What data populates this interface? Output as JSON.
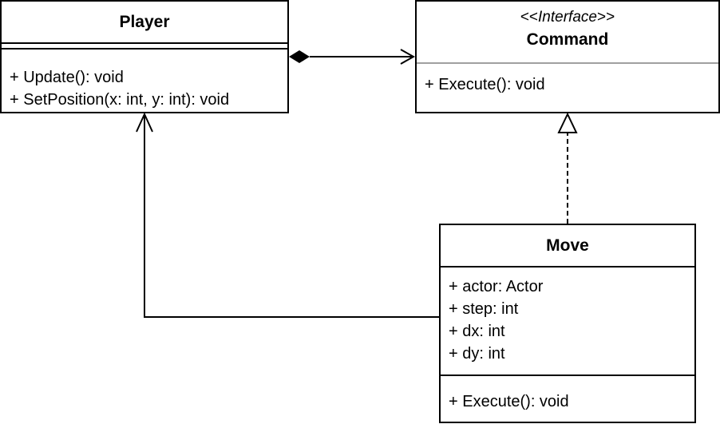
{
  "classes": {
    "player": {
      "name": "Player",
      "attributes": [],
      "operations": [
        "+ Update(): void",
        "+ SetPosition(x: int, y: int): void"
      ]
    },
    "command": {
      "stereotype_open": "<<",
      "stereotype": "Interface",
      "stereotype_close": ">>",
      "name": "Command",
      "operations": [
        "+ Execute(): void"
      ]
    },
    "move": {
      "name": "Move",
      "attributes": [
        "+ actor: Actor",
        "+ step: int",
        "+ dx: int",
        "+ dy: int"
      ],
      "operations": [
        "+ Execute(): void"
      ]
    }
  },
  "relationships": [
    {
      "type": "composition",
      "from": "Player",
      "to": "Command"
    },
    {
      "type": "realization",
      "from": "Move",
      "to": "Command"
    },
    {
      "type": "association",
      "from": "Move",
      "to": "Player"
    }
  ],
  "colors": {
    "stroke": "#000000",
    "divider": "#a0a0a0",
    "fill": "#ffffff"
  }
}
